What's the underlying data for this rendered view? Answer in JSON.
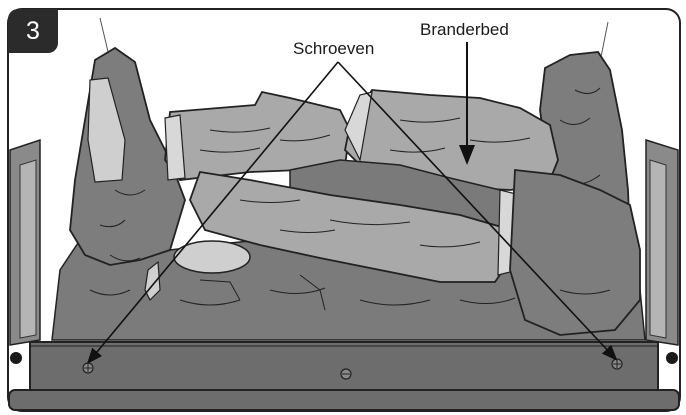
{
  "step": {
    "number": "3"
  },
  "labels": {
    "screws": "Schroeven",
    "burner_bed": "Branderbed"
  },
  "colors": {
    "frame_border": "#222222",
    "badge_bg": "#2b2b2b",
    "log_dark": "#7a7a7a",
    "log_light": "#a9a9a9",
    "log_highlight": "#cfcfcf",
    "panel": "#6d6d6d"
  },
  "icons": {
    "screw_left": "screw-icon",
    "screw_center": "screw-icon",
    "screw_right": "screw-icon"
  }
}
